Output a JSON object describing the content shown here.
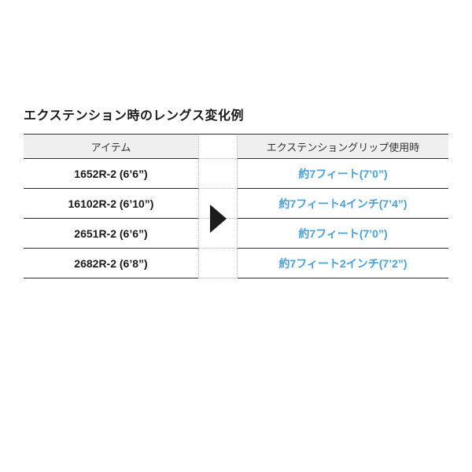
{
  "page": {
    "title": "エクステンション時のレングス変化例"
  },
  "table": {
    "headers": {
      "item": "アイテム",
      "extended": "エクステンショングリップ使用時"
    },
    "rows": [
      {
        "item": "1652R-2 (6’6”)",
        "extended": "約7フィート(7’0”)"
      },
      {
        "item": "16102R-2 (6’10”)",
        "extended": "約7フィート4インチ(7’4”)"
      },
      {
        "item": "2651R-2 (6’6”)",
        "extended": "約7フィート(7’0”)"
      },
      {
        "item": "2682R-2 (6’8”)",
        "extended": "約7フィート2インチ(7’2”)"
      }
    ],
    "arrow_icon": "arrow-right"
  },
  "colors": {
    "highlight_blue": "#4aa0d9",
    "header_background": "#efefef",
    "rule_line": "#2b2b2b"
  }
}
